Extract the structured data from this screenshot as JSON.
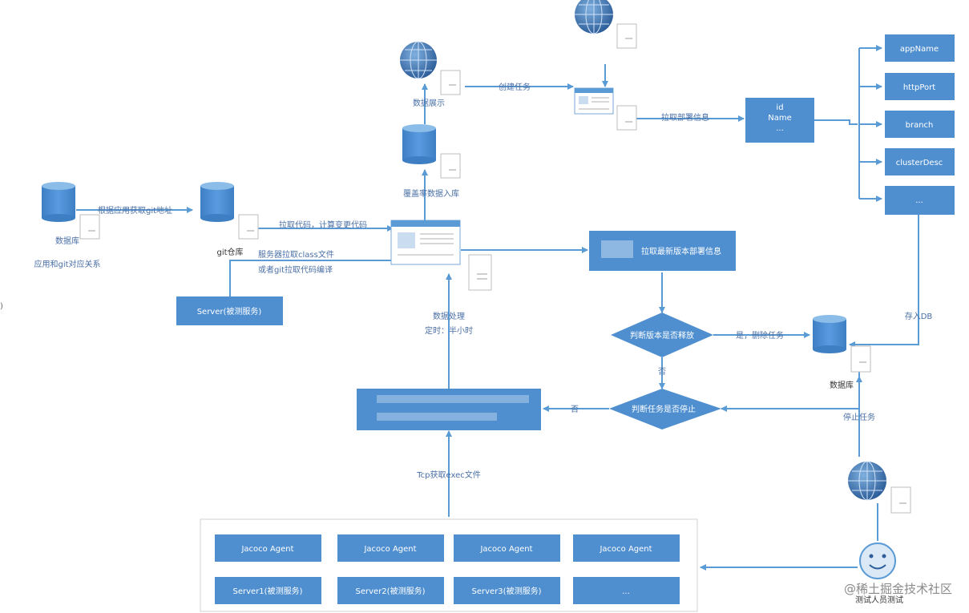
{
  "labels": {
    "get_git_addr": "根据应用获取git地址",
    "db_left": "数据库",
    "db_left_sub": "应用和git对应关系",
    "git_repo": "git仓库",
    "pull_code": "拉取代码，计算变更代码",
    "server_pull_1": "服务器拉取class文件",
    "server_pull_2": "或者git拉取代码编译",
    "data_display": "数据展示",
    "coverage_to_db": "覆盖率数据入库",
    "create_task": "创建任务",
    "pull_deploy": "拉取部署信息",
    "data_process_1": "数据处理",
    "data_process_2": "定时：半小时",
    "yes_delete": "是，删除任务",
    "no_1": "否",
    "no_2": "否",
    "db_right": "数据库",
    "save_db": "存入DB",
    "stop_task": "停止任务",
    "tcp_exec": "Tcp获取exec文件",
    "tester": "测试人员测试",
    "watermark": "@稀土掘金技术社区",
    "left_edge": ")"
  },
  "boxes": {
    "server_tested": "Server(被测服务)",
    "deploy_id": "id",
    "deploy_name": "Name",
    "deploy_more": "...",
    "pull_latest": "拉取最新版本部署信息",
    "fields": [
      "appName",
      "httpPort",
      "branch",
      "clusterDesc",
      "..."
    ],
    "agents": [
      "Jacoco Agent",
      "Jacoco Agent",
      "Jacoco Agent",
      "Jacoco Agent"
    ],
    "servers": [
      "Server1(被测服务)",
      "Server2(被测服务)",
      "Server3(被测服务)",
      "..."
    ]
  },
  "decisions": {
    "version_released": "判断版本是否释放",
    "task_stopped": "判断任务是否停止"
  },
  "colors": {
    "box": "#4f8fd0",
    "arrow": "#5b9bd5",
    "label": "#4a6fa5"
  }
}
